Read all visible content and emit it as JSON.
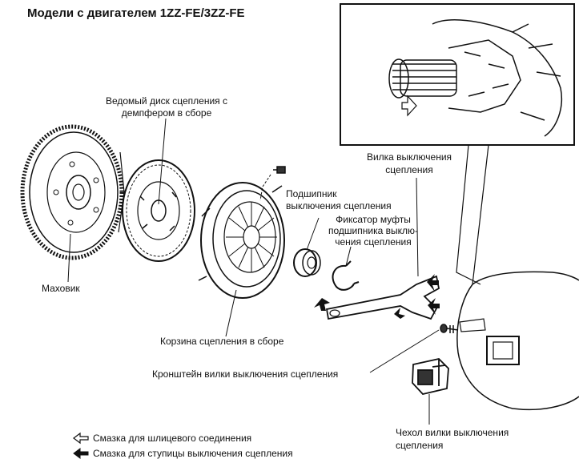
{
  "title": "Модели с двигателем 1ZZ-FE/3ZZ-FE",
  "labels": {
    "clutch_disc": [
      "Ведомый диск сцепления с",
      "демпфером в сборе"
    ],
    "flywheel": "Маховик",
    "release_bearing": [
      "Подшипник",
      "выключения сцепления"
    ],
    "bearing_clip": [
      "Фиксатор муфты",
      "подшипника выклю-",
      "чения сцепления"
    ],
    "release_fork": [
      "Вилка выключения",
      "сцепления"
    ],
    "clutch_cover": "Корзина сцепления в сборе",
    "fork_support": "Кронштейн вилки выключения сцепления",
    "fork_boot": [
      "Чехол вилки выключения",
      "сцепления"
    ]
  },
  "legend": {
    "spline_grease": "Смазка для шлицевого соединения",
    "hub_grease": "Смазка для ступицы выключения сцепления"
  },
  "colors": {
    "ink": "#111111",
    "paper": "#ffffff"
  }
}
